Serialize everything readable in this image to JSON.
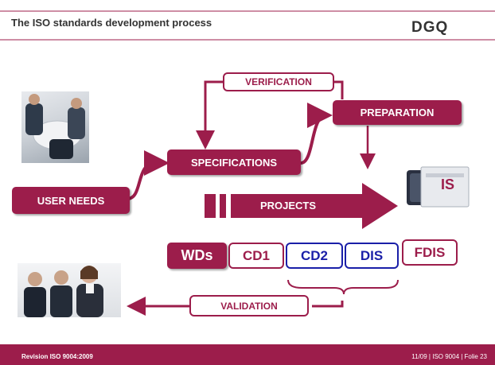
{
  "header": {
    "title": "The ISO standards development process",
    "logo": "DGQ"
  },
  "nodes": {
    "verification": "VERIFICATION",
    "preparation": "PREPARATION",
    "specifications": "SPECIFICATIONS",
    "user_needs": "USER NEEDS",
    "projects": "PROJECTS",
    "is": "IS",
    "validation": "VALIDATION"
  },
  "stages": {
    "wds": "WDs",
    "cd1": "CD1",
    "cd2": "CD2",
    "dis": "DIS",
    "fdis": "FDIS"
  },
  "footer": {
    "left": "Revision ISO 9004:2009",
    "right": "11/09 | ISO 9004 | Folie 23"
  },
  "colors": {
    "accent": "#9c1d4b",
    "blue": "#1a1fa8",
    "header_line": "#9c1d4b"
  }
}
